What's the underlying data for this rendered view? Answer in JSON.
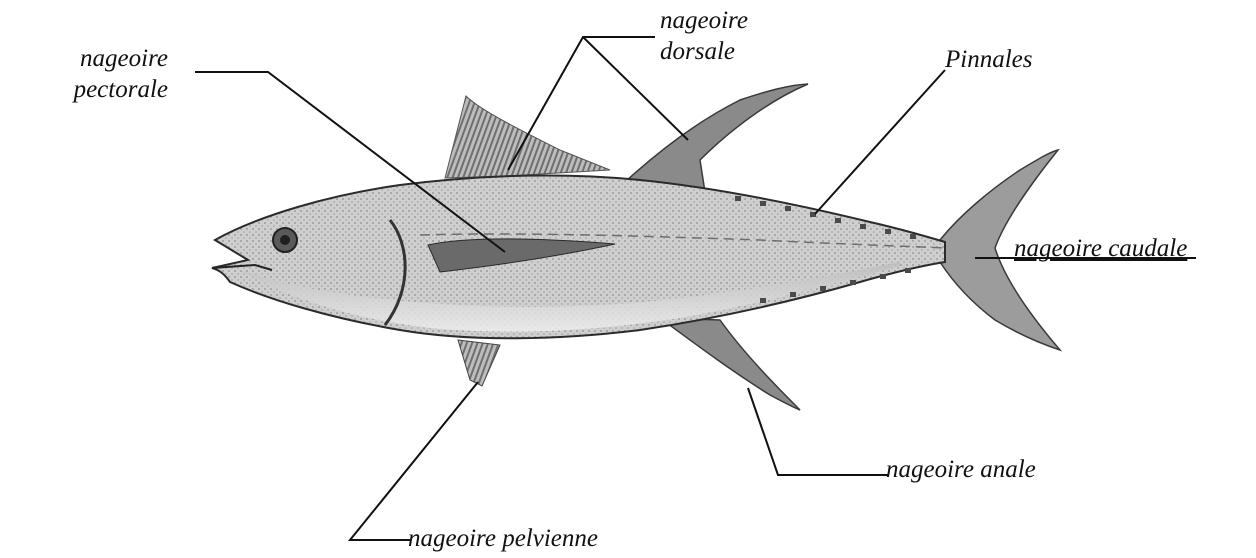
{
  "diagram": {
    "subject": "fish",
    "labels": {
      "pectoral_line1": "nageoire",
      "pectoral_line2": "pectorale",
      "dorsal_line1": "nageoire",
      "dorsal_line2": "dorsale",
      "pinnales": "Pinnales",
      "caudale": "nageoire caudale",
      "anale": "nageoire anale",
      "pelvienne": "nageoire pelvienne"
    },
    "colors": {
      "body": "#c9c9c9",
      "belly": "#e6e6e6",
      "fin": "#9a9a9a",
      "fin_dark": "#5e5e5e",
      "outline": "#2b2b2b",
      "leader": "#111111"
    }
  }
}
